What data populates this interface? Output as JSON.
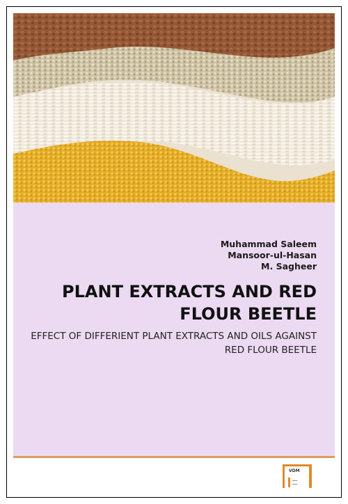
{
  "cover": {
    "authors": [
      "Muhammad Saleem",
      "Mansoor-ul-Hasan",
      "M. Sagheer"
    ],
    "title": "PLANT EXTRACTS AND RED FLOUR BEETLE",
    "subtitle": "EFFECT OF DIFFERIENT PLANT EXTRACTS AND OILS AGAINST RED FLOUR BEETLE",
    "publisher_logo": "VDM"
  },
  "colors": {
    "panel": "#ecdaf2",
    "accent_rule": "#d9a05a",
    "logo_orange": "#e08a2a",
    "grain_brown": "#8b4a25",
    "grain_beige": "#cfc2a6",
    "grain_white": "#f3ecdf",
    "grain_yellow": "#e9b11c"
  }
}
